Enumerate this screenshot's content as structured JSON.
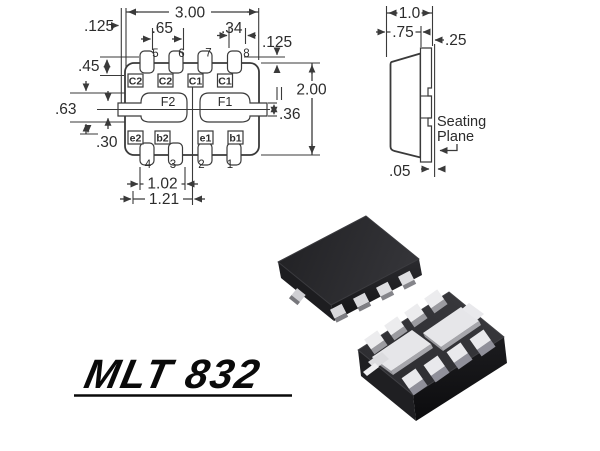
{
  "part_label": "MLT 832",
  "plan_view": {
    "dims": {
      "overall_width": "3.00",
      "left_offset": ".125",
      "pin_pitch": ".65",
      "pad_width": ".34",
      "right_offset": ".125",
      "pad_length": ".45",
      "pad_span": ".63",
      "tab_width": ".36",
      "row_offset": ".30",
      "overall_depth": "2.00",
      "inner_span": "1.02",
      "outer_span": "1.21"
    },
    "top_pin_numbers": [
      "5",
      "6",
      "7",
      "8"
    ],
    "bottom_pin_numbers": [
      "4",
      "3",
      "2",
      "1"
    ],
    "top_pad_labels": [
      "C2",
      "C2",
      "C1",
      "C1"
    ],
    "center_pad_labels": [
      "F2",
      "F1"
    ],
    "bottom_pad_labels": [
      "e2",
      "b2",
      "e1",
      "b1"
    ]
  },
  "side_view": {
    "dims": {
      "overall_width": "1.0",
      "body_width": ".75",
      "lead_width": ".25",
      "standoff": ".05"
    },
    "seating_plane": {
      "line1": "Seating",
      "line2": "Plane"
    }
  },
  "colors": {
    "drawing_line": "#3a3a3a",
    "drawing_text": "#2c2c2c",
    "chip_body": "#2e2e31",
    "chip_bottom_face": "#343438",
    "chip_side": "#19191b",
    "pad_top": "#e8e8ea",
    "pad_side": "#a0a0a5"
  }
}
